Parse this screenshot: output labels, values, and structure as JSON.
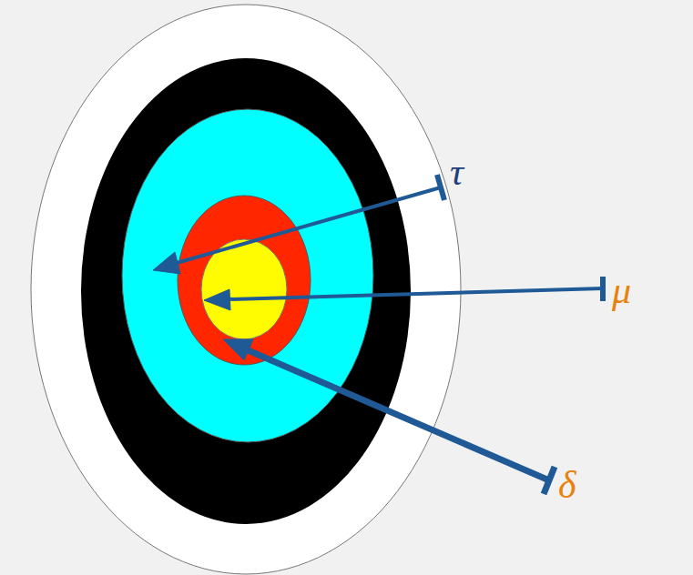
{
  "diagram": {
    "labels": [
      "τ",
      "μ",
      "δ"
    ]
  }
}
